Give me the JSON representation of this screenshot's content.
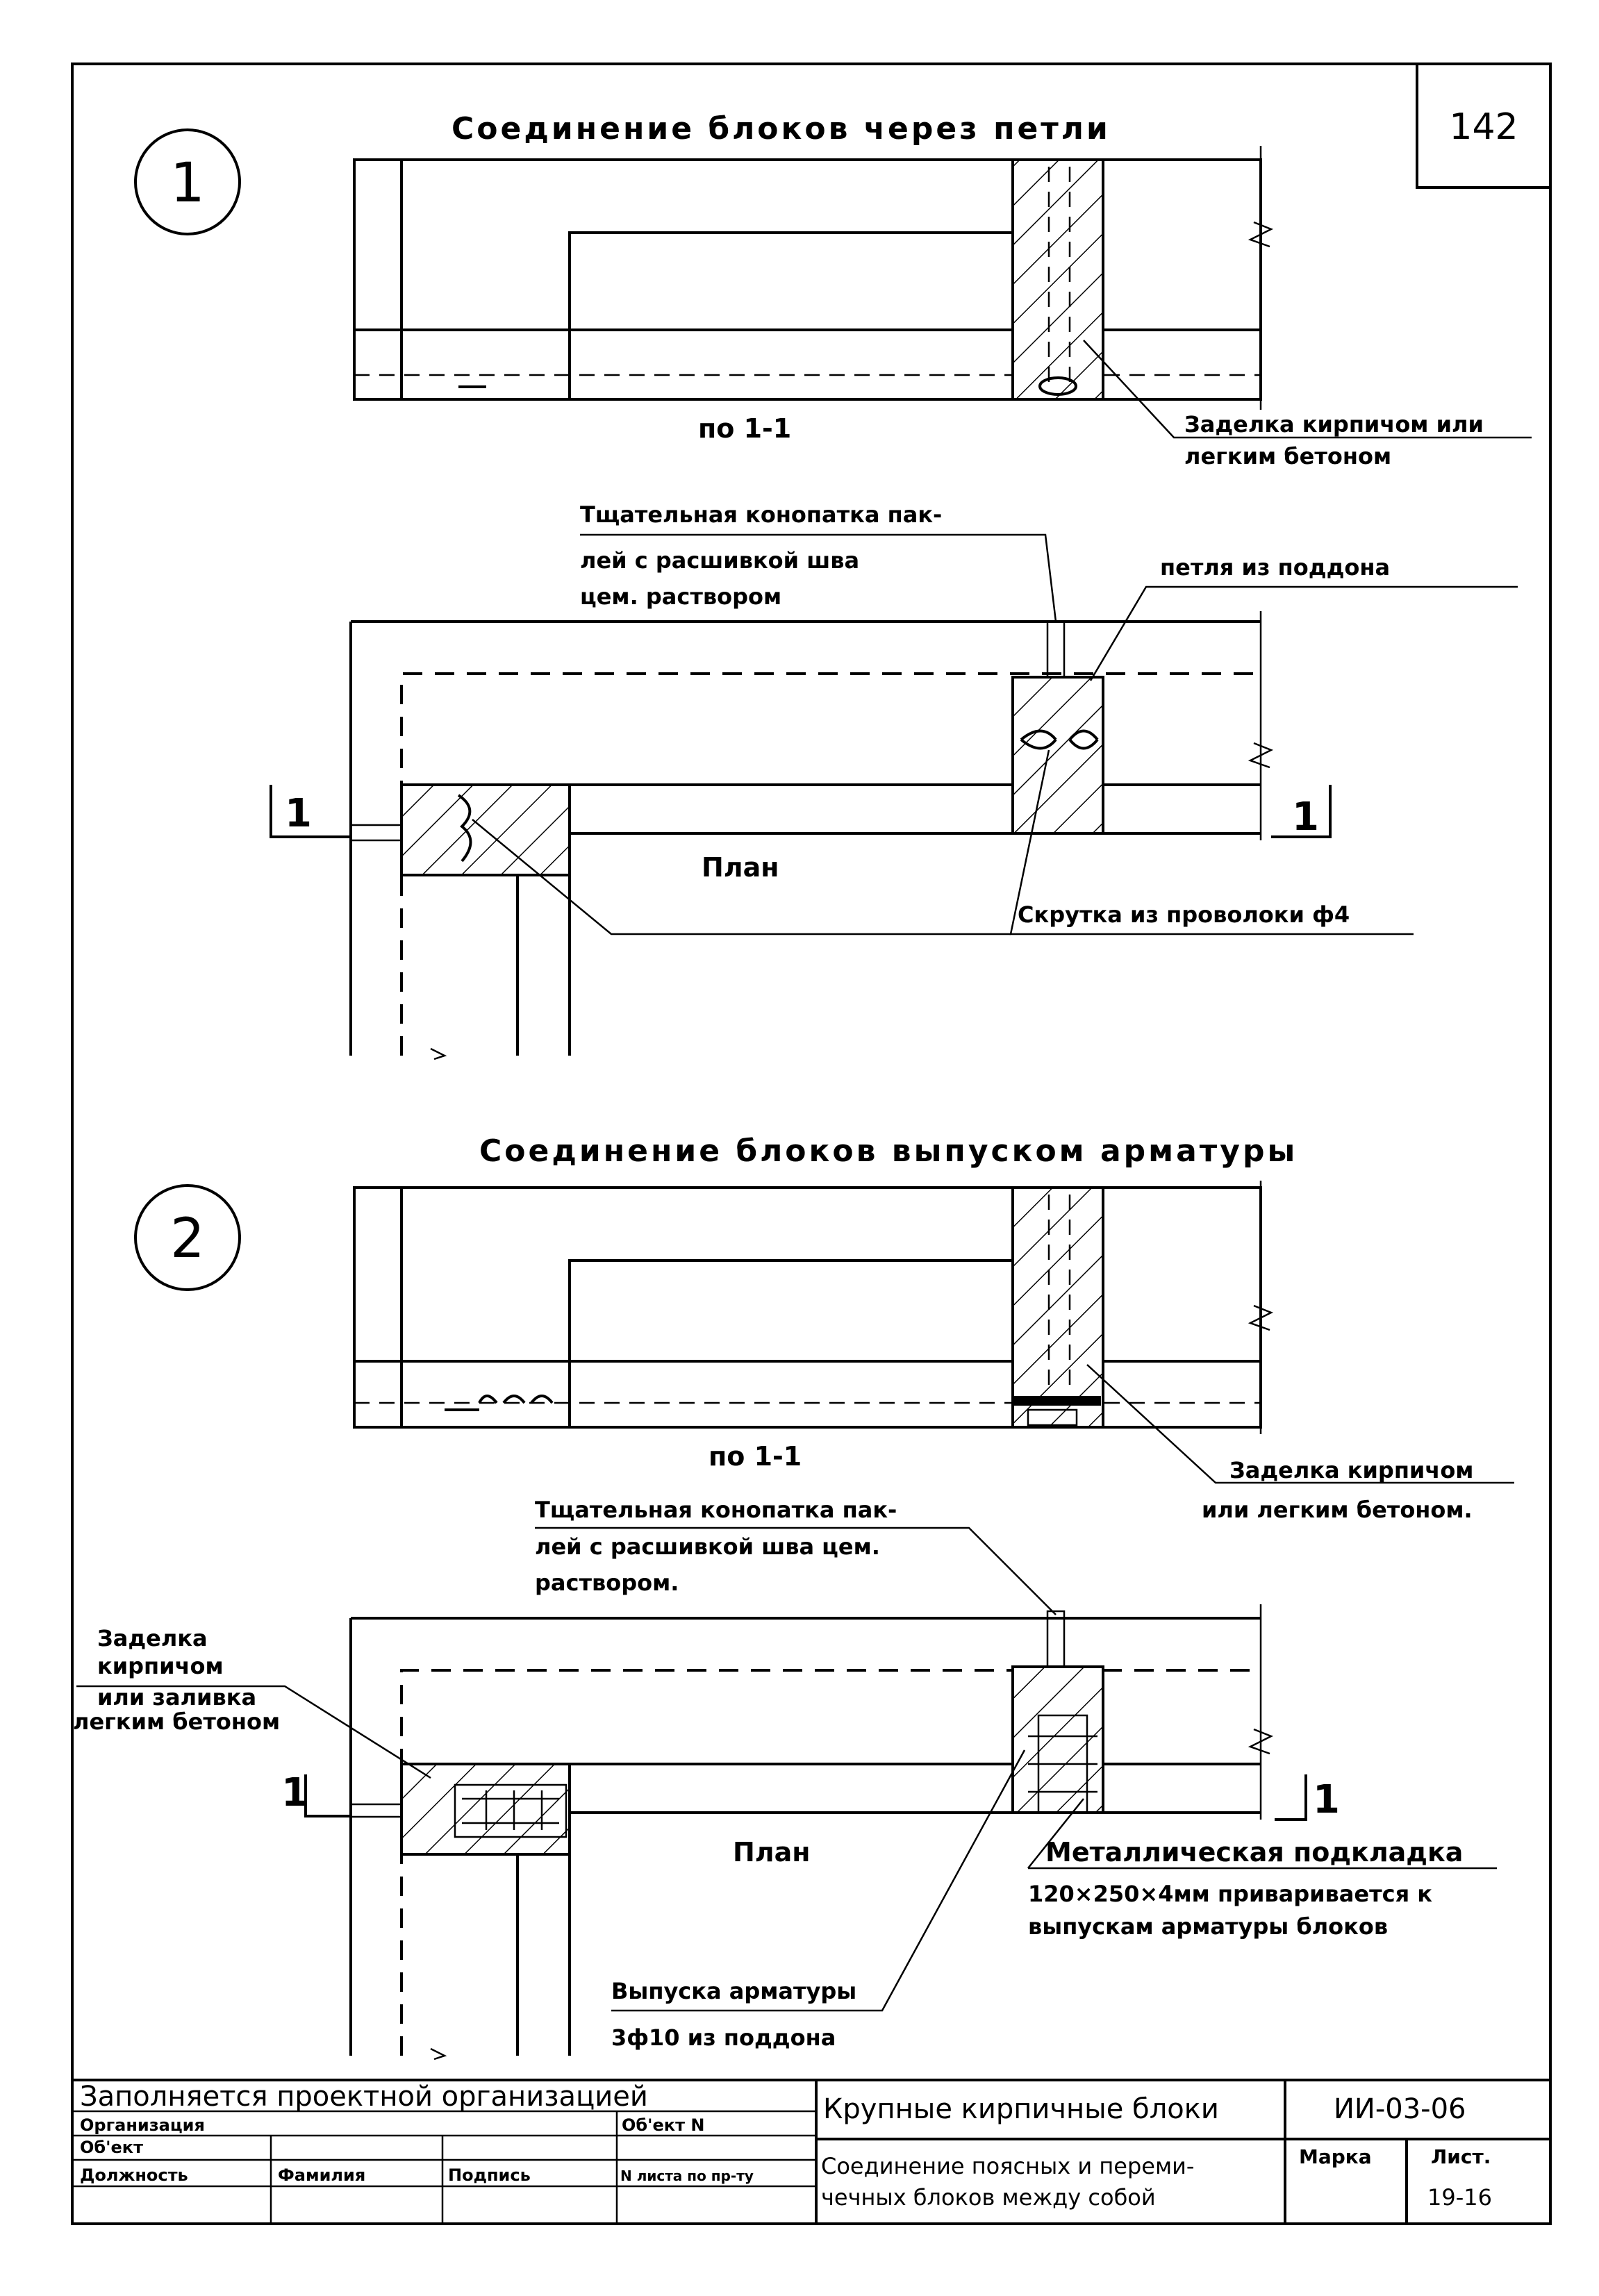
{
  "sheet": {
    "sheet_number": "142"
  },
  "detail1": {
    "number": "1",
    "title": "Соединение блоков через петли",
    "section_label": "по 1-1",
    "note_fill": "Заделка кирпичом или легким бетоном",
    "note_fill_lines": [
      "Заделка кирпичом или",
      "легким бетоном"
    ],
    "note_caulk_lines": [
      "Тщательная конопатка пак-",
      "лей с расшивкой шва",
      "цем. раствором"
    ],
    "note_loop": "петля из поддона",
    "plan_label": "План",
    "note_twist": "Скрутка из проволоки ф4",
    "cut_left": "1",
    "cut_right": "1"
  },
  "detail2": {
    "number": "2",
    "title": "Соединение блоков выпуском арматуры",
    "section_label": "по 1-1",
    "note_fill_lines": [
      "Заделка кирпичом",
      "или легким бетоном."
    ],
    "note_caulk_lines": [
      "Тщательная конопатка пак-",
      "лей с расшивкой шва цем.",
      "раствором."
    ],
    "note_left_lines": [
      "Заделка",
      "кирпичом",
      "или заливка",
      "легким бетоном"
    ],
    "plan_label": "План",
    "note_plate_title": "Металлическая подкладка",
    "note_plate_lines": [
      "120×250×4мм приваривается к",
      "выпускам арматуры блоков"
    ],
    "note_bars_lines": [
      "Выпуска арматуры",
      "3ф10 из поддона"
    ],
    "cut_left": "1",
    "cut_right": "1"
  },
  "title_block": {
    "filled_by": "Заполняется проектной организацией",
    "organization": "Организация",
    "object": "Об'ект",
    "object_no": "Об'ект N",
    "col_position": "Должность",
    "col_surname": "Фамилия",
    "col_signature": "Подпись",
    "col_sheet_no": "N листа по пр-ту",
    "series_name": "Крупные кирпичные блоки",
    "series_code": "ИИ-03-06",
    "drawing_title_lines": [
      "Соединение поясных и переми-",
      "чечных блоков между собой"
    ],
    "mark_label": "Марка",
    "sheet_label": "Лист.",
    "sheet_value": "19-16"
  }
}
